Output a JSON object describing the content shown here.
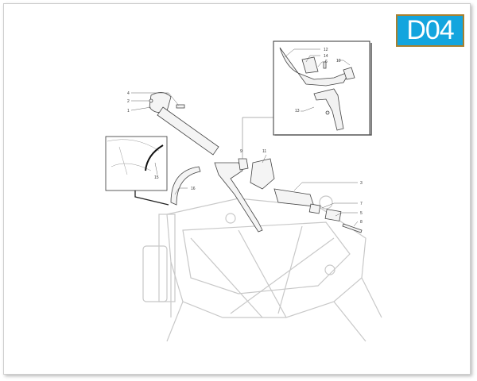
{
  "badge": {
    "code": "D04",
    "bg_color": "#13a5de",
    "border_color": "#a8802e"
  },
  "callouts": {
    "c1": "1",
    "c2": "2",
    "c3": "3",
    "c4": "4",
    "c5": "5",
    "c6": "6",
    "c7": "7",
    "c8": "8",
    "c9": "9",
    "c10": "10",
    "c11": "11",
    "c12": "12",
    "c13": "13",
    "c14": "14",
    "c15": "15",
    "c16": "16"
  }
}
